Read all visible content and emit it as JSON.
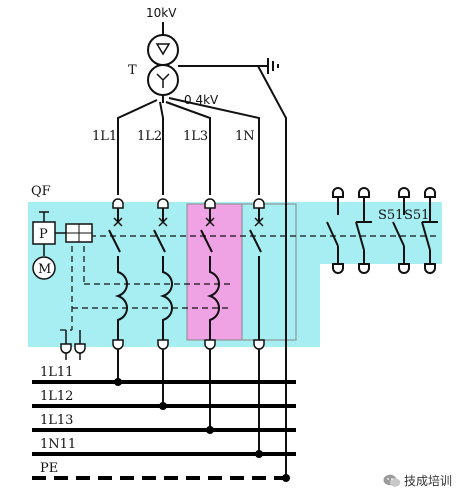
{
  "diagram": {
    "voltage_high": "10kV",
    "voltage_low": "0.4kV",
    "transformer_label": "T",
    "breaker_label": "QF",
    "phase_labels": [
      "1L1",
      "1L2",
      "1L3",
      "1N"
    ],
    "operator_label": "P",
    "motor_label": "M",
    "aux_switch_labels": [
      "S51",
      "S51"
    ],
    "bus_labels": [
      "1L11",
      "1L12",
      "1L13",
      "1N11",
      "PE"
    ],
    "colors": {
      "breaker_fill": "#a6eef2",
      "highlight_fill": "#f0a3e4",
      "line": "#111111",
      "bus": "#000000"
    }
  },
  "watermark": {
    "text": "技成培训",
    "icon": "wechat-icon"
  }
}
